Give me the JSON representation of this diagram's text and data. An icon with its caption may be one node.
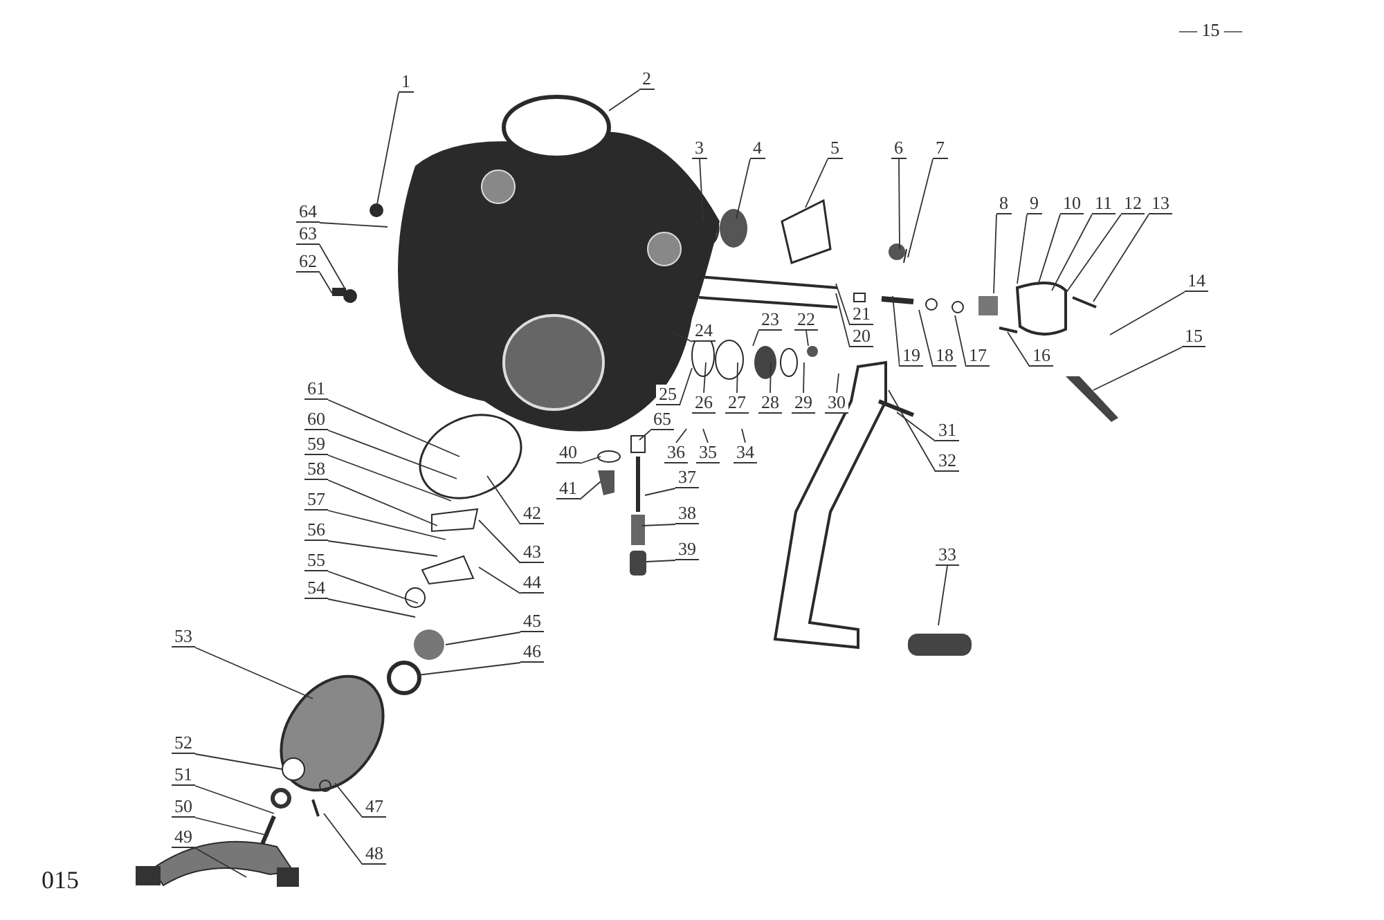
{
  "diagram": {
    "nodes": [
      {
        "text": [
          "1"
        ]
      },
      {
        "text": [
          "2"
        ]
      },
      {
        "text": [
          "3"
        ]
      },
      {
        "text": [
          "4"
        ]
      },
      {
        "text": [
          "5"
        ]
      },
      {
        "text": [
          "6"
        ]
      },
      {
        "text": [
          "7"
        ]
      },
      {
        "text": [
          "8"
        ]
      },
      {
        "text": [
          "9"
        ]
      },
      {
        "text": [
          "10"
        ]
      },
      {
        "text": [
          "11"
        ]
      },
      {
        "text": [
          "12"
        ]
      },
      {
        "text": [
          "13"
        ]
      },
      {
        "text": [
          "14"
        ]
      },
      {
        "text": [
          "15"
        ]
      },
      {
        "text": [
          "16"
        ]
      },
      {
        "text": [
          "17"
        ]
      },
      {
        "text": [
          "18"
        ]
      },
      {
        "text": [
          "19"
        ]
      },
      {
        "text": [
          "20"
        ]
      },
      {
        "text": [
          "21"
        ]
      },
      {
        "text": [
          "22"
        ]
      },
      {
        "text": [
          "23"
        ]
      },
      {
        "text": [
          "24"
        ]
      },
      {
        "text": [
          "25"
        ]
      },
      {
        "text": [
          "26"
        ]
      },
      {
        "text": [
          "27"
        ]
      },
      {
        "text": [
          "28"
        ]
      },
      {
        "text": [
          "29"
        ]
      },
      {
        "text": [
          "30"
        ]
      },
      {
        "text": [
          "31"
        ]
      },
      {
        "text": [
          "32"
        ]
      },
      {
        "text": [
          "33"
        ]
      },
      {
        "text": [
          "34"
        ]
      },
      {
        "text": [
          "35"
        ]
      },
      {
        "text": [
          "36"
        ]
      },
      {
        "text": [
          "37"
        ]
      },
      {
        "text": [
          "38"
        ]
      },
      {
        "text": [
          "39"
        ]
      },
      {
        "text": [
          "40"
        ]
      },
      {
        "text": [
          "41"
        ]
      },
      {
        "text": [
          "42"
        ]
      },
      {
        "text": [
          "43"
        ]
      },
      {
        "text": [
          "44"
        ]
      },
      {
        "text": [
          "45"
        ]
      },
      {
        "text": [
          "46"
        ]
      },
      {
        "text": [
          "47"
        ]
      },
      {
        "text": [
          "48"
        ]
      },
      {
        "text": [
          "49"
        ]
      },
      {
        "text": [
          "50"
        ]
      },
      {
        "text": [
          "51"
        ]
      },
      {
        "text": [
          "52"
        ]
      },
      {
        "text": [
          "53"
        ]
      },
      {
        "text": [
          "54"
        ]
      },
      {
        "text": [
          "55"
        ]
      },
      {
        "text": [
          "56"
        ]
      },
      {
        "text": [
          "57"
        ]
      },
      {
        "text": [
          "58"
        ]
      },
      {
        "text": [
          "59"
        ]
      },
      {
        "text": [
          "60"
        ]
      },
      {
        "text": [
          "61"
        ]
      },
      {
        "text": [
          "62"
        ]
      },
      {
        "text": [
          "63"
        ]
      },
      {
        "text": [
          "64"
        ]
      },
      {
        "text": [
          "65"
        ]
      }
    ],
    "edges": [
      {
        "from": 0,
        "to": null,
        "arrow": "none"
      },
      {
        "from": 1,
        "to": null,
        "arrow": "none"
      },
      {
        "from": 2,
        "to": null,
        "arrow": "none"
      },
      {
        "from": 3,
        "to": null,
        "arrow": "none"
      },
      {
        "from": 4,
        "to": null,
        "arrow": "none"
      },
      {
        "from": 5,
        "to": null,
        "arrow": "none"
      },
      {
        "from": 6,
        "to": null,
        "arrow": "none"
      },
      {
        "from": 7,
        "to": null,
        "arrow": "none"
      },
      {
        "from": 8,
        "to": null,
        "arrow": "none"
      },
      {
        "from": 9,
        "to": null,
        "arrow": "none"
      },
      {
        "from": 10,
        "to": null,
        "arrow": "none"
      },
      {
        "from": 11,
        "to": null,
        "arrow": "none"
      },
      {
        "from": 12,
        "to": null,
        "arrow": "none"
      },
      {
        "from": 13,
        "to": null,
        "arrow": "none"
      },
      {
        "from": 14,
        "to": null,
        "arrow": "none"
      },
      {
        "from": 15,
        "to": null,
        "arrow": "none"
      },
      {
        "from": 16,
        "to": null,
        "arrow": "none"
      },
      {
        "from": 17,
        "to": null,
        "arrow": "none"
      },
      {
        "from": 18,
        "to": null,
        "arrow": "none"
      },
      {
        "from": 19,
        "to": null,
        "arrow": "none"
      },
      {
        "from": 20,
        "to": null,
        "arrow": "none"
      },
      {
        "from": 21,
        "to": null,
        "arrow": "none"
      },
      {
        "from": 22,
        "to": null,
        "arrow": "none"
      },
      {
        "from": 23,
        "to": null,
        "arrow": "none"
      },
      {
        "from": 24,
        "to": null,
        "arrow": "none"
      },
      {
        "from": 25,
        "to": null,
        "arrow": "none"
      },
      {
        "from": 26,
        "to": null,
        "arrow": "none"
      },
      {
        "from": 27,
        "to": null,
        "arrow": "none"
      },
      {
        "from": 28,
        "to": null,
        "arrow": "none"
      },
      {
        "from": 29,
        "to": null,
        "arrow": "none"
      },
      {
        "from": 30,
        "to": null,
        "arrow": "none"
      },
      {
        "from": 31,
        "to": null,
        "arrow": "none"
      },
      {
        "from": 32,
        "to": null,
        "arrow": "none"
      },
      {
        "from": 33,
        "to": null,
        "arrow": "none"
      },
      {
        "from": 34,
        "to": null,
        "arrow": "none"
      },
      {
        "from": 35,
        "to": null,
        "arrow": "none"
      },
      {
        "from": 36,
        "to": null,
        "arrow": "none"
      },
      {
        "from": 37,
        "to": null,
        "arrow": "none"
      },
      {
        "from": 38,
        "to": null,
        "arrow": "none"
      },
      {
        "from": 39,
        "to": null,
        "arrow": "none"
      },
      {
        "from": 40,
        "to": null,
        "arrow": "none"
      },
      {
        "from": 41,
        "to": null,
        "arrow": "none"
      },
      {
        "from": 42,
        "to": null,
        "arrow": "none"
      },
      {
        "from": 43,
        "to": null,
        "arrow": "none"
      },
      {
        "from": 44,
        "to": null,
        "arrow": "none"
      },
      {
        "from": 45,
        "to": null,
        "arrow": "none"
      },
      {
        "from": 46,
        "to": null,
        "arrow": "none"
      },
      {
        "from": 47,
        "to": null,
        "arrow": "none"
      },
      {
        "from": 48,
        "to": null,
        "arrow": "none"
      },
      {
        "from": 49,
        "to": null,
        "arrow": "none"
      },
      {
        "from": 50,
        "to": null,
        "arrow": "none"
      },
      {
        "from": 51,
        "to": null,
        "arrow": "none"
      },
      {
        "from": 52,
        "to": null,
        "arrow": "none"
      },
      {
        "from": 53,
        "to": null,
        "arrow": "none"
      },
      {
        "from": 54,
        "to": null,
        "arrow": "none"
      },
      {
        "from": 55,
        "to": null,
        "arrow": "none"
      },
      {
        "from": 56,
        "to": null,
        "arrow": "none"
      },
      {
        "from": 57,
        "to": null,
        "arrow": "none"
      },
      {
        "from": 58,
        "to": null,
        "arrow": "none"
      },
      {
        "from": 59,
        "to": null,
        "arrow": "none"
      },
      {
        "from": 60,
        "to": null,
        "arrow": "none"
      },
      {
        "from": 61,
        "to": null,
        "arrow": "none"
      },
      {
        "from": 62,
        "to": null,
        "arrow": "none"
      },
      {
        "from": 63,
        "to": null,
        "arrow": "none"
      },
      {
        "from": 64,
        "to": null,
        "arrow": "none"
      }
    ],
    "labels": [
      "— 15 —",
      "015"
    ]
  }
}
